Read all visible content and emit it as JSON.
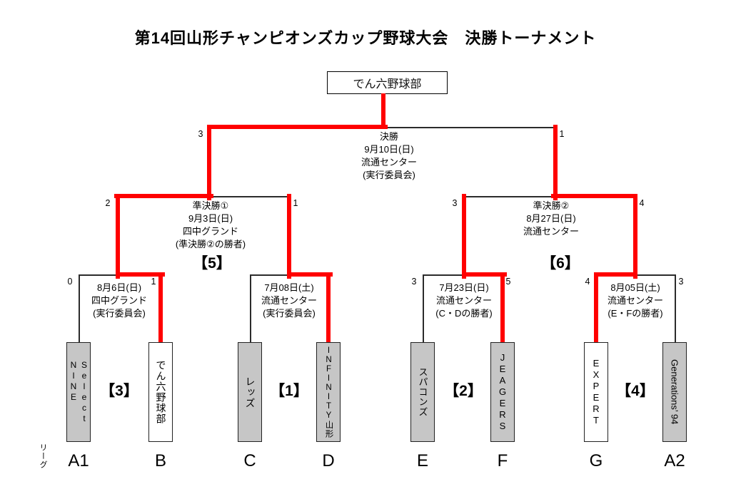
{
  "title": "第14回山形チャンピオンズカップ野球大会　決勝トーナメント",
  "league_axis_label": "リーグ",
  "champion_box": "でん六野球部",
  "colors": {
    "winner_path": "#ff0000",
    "bracket_line": "#2b2b2b",
    "team_box_gray": "#c6c6c6",
    "team_box_white": "#ffffff"
  },
  "final": {
    "info": "決勝\n9月10日(日)\n流通センター\n(実行委員会)",
    "score_left": "3",
    "score_right": "1"
  },
  "semifinal1": {
    "bracket_no": "【5】",
    "info": "準決勝①\n9月3日(日)\n四中グランド\n(準決勝②の勝者)",
    "score_left": "2",
    "score_right": "1"
  },
  "semifinal2": {
    "bracket_no": "【6】",
    "info": "準決勝②\n8月27日(日)\n流通センター",
    "score_left": "3",
    "score_right": "4"
  },
  "matches": [
    {
      "bracket_no": "【3】",
      "info": "8月6日(日)\n四中グランド\n(実行委員会)",
      "score_left": "0",
      "score_right": "1"
    },
    {
      "bracket_no": "【1】",
      "info": "7月08日(土)\n流通センター\n(実行委員会)",
      "score_left": "",
      "score_right": ""
    },
    {
      "bracket_no": "【2】",
      "info": "7月23日(日)\n流通センター\n(C・Dの勝者)",
      "score_left": "3",
      "score_right": "5"
    },
    {
      "bracket_no": "【4】",
      "info": "8月05日(土)\n流通センター\n(E・Fの勝者)",
      "score_left": "4",
      "score_right": "3"
    }
  ],
  "teams": [
    {
      "league": "A1",
      "name": "Select\nNINE"
    },
    {
      "league": "B",
      "name": "でん六野球部"
    },
    {
      "league": "C",
      "name": "レッズ"
    },
    {
      "league": "D",
      "name": "INFINITY山形"
    },
    {
      "league": "E",
      "name": "スパコンズ"
    },
    {
      "league": "F",
      "name": "JEAGERS"
    },
    {
      "league": "G",
      "name": "EXPERT"
    },
    {
      "league": "A2",
      "name": "Generations’ 94"
    }
  ]
}
